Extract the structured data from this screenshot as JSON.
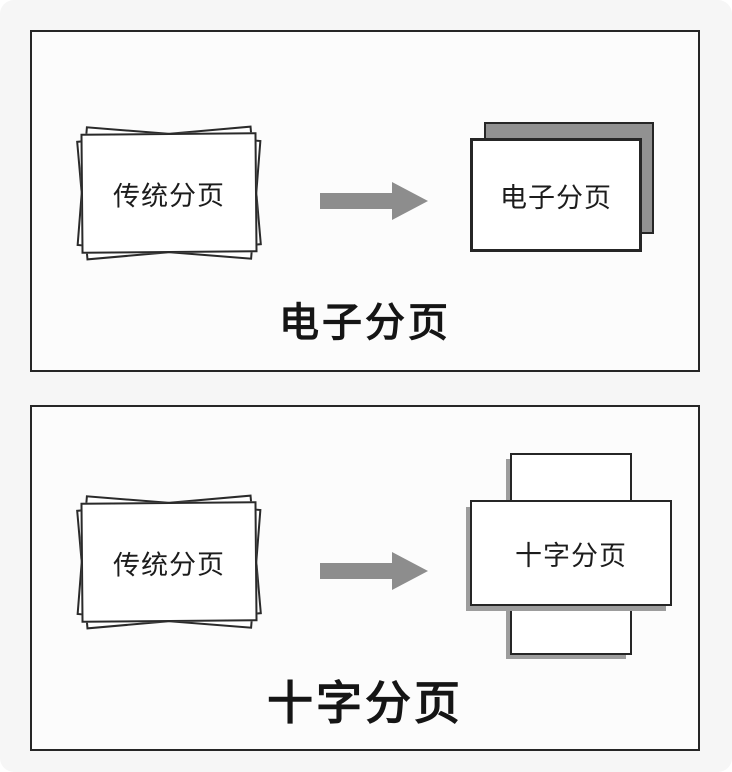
{
  "panels": [
    {
      "name": "electronic-paging",
      "source_label": "传统分页",
      "target_label": "电子分页",
      "caption": "电子分页"
    },
    {
      "name": "cross-paging",
      "source_label": "传统分页",
      "target_label": "十字分页",
      "caption": "十字分页"
    }
  ],
  "icons": {
    "arrow": "right-arrow"
  },
  "colors": {
    "canvas_background": "#f6f6f6",
    "panel_background": "#fcfcfc",
    "line": "#262626",
    "arrow_gray": "#8d8d8d",
    "depth_gray": "#919191"
  }
}
